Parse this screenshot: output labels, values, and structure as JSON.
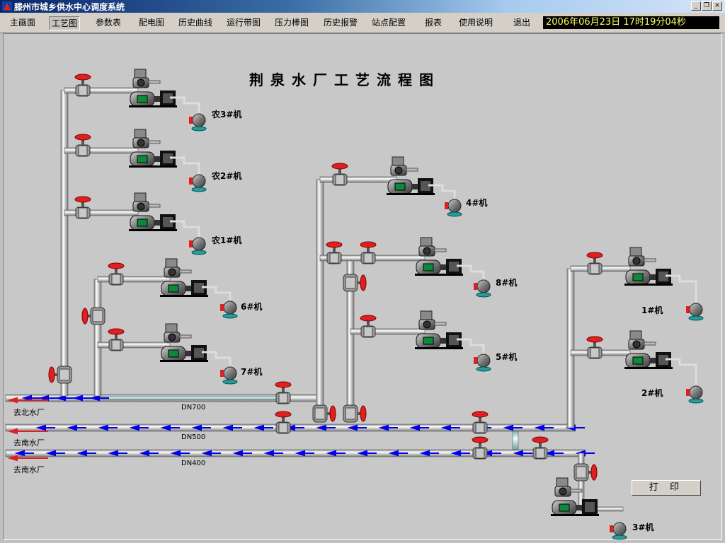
{
  "window": {
    "title": "滕州市城乡供水中心调度系统",
    "controls": {
      "minimize": "_",
      "restore": "❐",
      "close": "×"
    }
  },
  "menu": {
    "items": [
      "主画面",
      "工艺图",
      "参数表",
      "配电图",
      "历史曲线",
      "运行带图",
      "压力棒图",
      "历史报警",
      "站点配置",
      "报表",
      "使用说明",
      "退出"
    ],
    "active_item": "工艺图"
  },
  "datetime": "2006年06月23日 17时19分04秒",
  "diagram": {
    "title": "荆泉水厂工艺流程图",
    "pumps": {
      "nong3": "农3#机",
      "nong2": "农2#机",
      "nong1": "农1#机",
      "p6": "6#机",
      "p7": "7#机",
      "p4": "4#机",
      "p8": "8#机",
      "p5": "5#机",
      "p1": "1#机",
      "p2": "2#机",
      "p3": "3#机"
    },
    "pipes": {
      "dn700": "DN700",
      "dn500": "DN500",
      "dn400": "DN400"
    },
    "destinations": {
      "north": "去北水厂",
      "south1": "去南水厂",
      "south2": "去南水厂"
    },
    "print_button": "打  印"
  },
  "colors": {
    "pipe": "#e6e6e6",
    "valve_handle": "#e02020",
    "flow_arrow": "#0000ee",
    "background": "#c8c8c8"
  }
}
